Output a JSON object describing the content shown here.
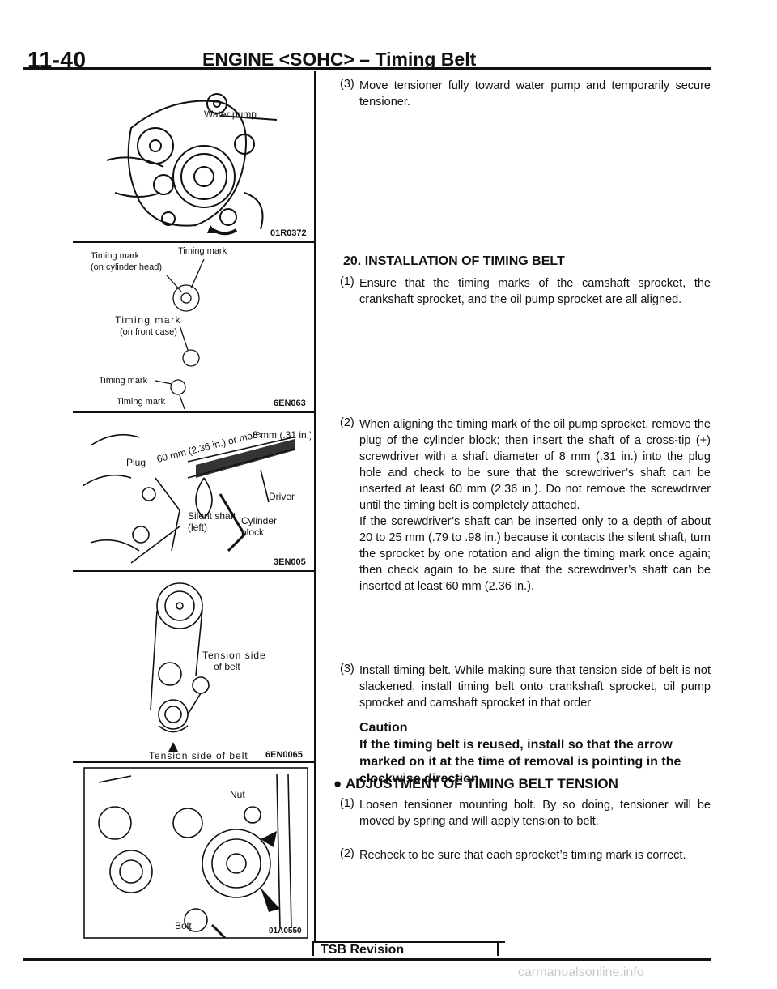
{
  "header": {
    "page_number": "11-40",
    "title": "ENGINE <SOHC> – Timing Belt"
  },
  "figures": [
    {
      "code": "01R0372",
      "labels": {
        "water_pump": "Water pump"
      }
    },
    {
      "code": "6EN063",
      "labels": {
        "timing_mark_top": "Timing mark",
        "timing_mark_head": "Timing mark",
        "cylinder_head": "(on cylinder head)",
        "timing_mark_front": "Timing mark",
        "front_case": "(on front case)",
        "timing_mark_mid": "Timing mark",
        "timing_mark_bottom": "Timing mark"
      }
    },
    {
      "code": "3EN005",
      "labels": {
        "plug": "Plug",
        "sixty_more": "60 mm (2.36 in.) or more",
        "eight_mm": "8 mm (.31 in.)",
        "driver": "Driver",
        "silent_shaft": "Silent shaft (left)",
        "cylinder_block": "Cylinder block"
      }
    },
    {
      "code": "6EN0065",
      "labels": {
        "tension_side": "Tension side",
        "of_belt": "of belt",
        "tension_side_bottom": "Tension side of belt"
      }
    },
    {
      "code": "01A0550",
      "labels": {
        "nut": "Nut",
        "bolt": "Bolt"
      }
    }
  ],
  "steps_top": {
    "step3_num": "(3)",
    "step3_text": "Move tensioner fully toward water pump and temporarily secure tensioner."
  },
  "section20": {
    "heading": "20. INSTALLATION OF TIMING BELT",
    "step1_num": "(1)",
    "step1_text": "Ensure that the timing marks of the camshaft sprocket, the crankshaft sprocket, and the oil pump sprocket are all aligned.",
    "step2_num": "(2)",
    "step2_text": "When aligning the timing mark of the oil pump sprocket, remove the plug of the cylinder block; then insert the shaft of a cross-tip (+) screwdriver with a shaft diameter of 8 mm (.31 in.) into the plug hole and check to be sure that the screwdriver’s shaft can be inserted at least 60 mm (2.36 in.). Do not remove the screwdriver until the timing belt is completely attached.",
    "step2_text_b": "If the screwdriver’s shaft can be inserted only to a depth of about 20 to 25 mm (.79 to .98 in.) because it contacts the silent shaft, turn the sprocket by one rotation and align the timing mark once again; then check again to be sure that the screwdriver’s shaft can be inserted at least 60 mm (2.36 in.).",
    "step3_num": "(3)",
    "step3_text": "Install timing belt. While making sure that tension side of belt is not slackened, install timing belt onto crankshaft sprocket, oil pump sprocket and camshaft sprocket in that order.",
    "caution_title": "Caution",
    "caution_text": "If the timing belt is reused, install so that the arrow marked on it at the time of removal is pointing in the clockwise direction."
  },
  "adjustment": {
    "heading": "ADJUSTMENT OF TIMING BELT TENSION",
    "step1_num": "(1)",
    "step1_text": "Loosen tensioner mounting bolt. By so doing, tensioner will be moved by spring and will apply tension to belt.",
    "step2_num": "(2)",
    "step2_text": "Recheck to be sure that each sprocket’s timing mark is correct."
  },
  "footer": {
    "tsb_revision": "TSB Revision",
    "watermark": "carmanualsonline.info"
  }
}
